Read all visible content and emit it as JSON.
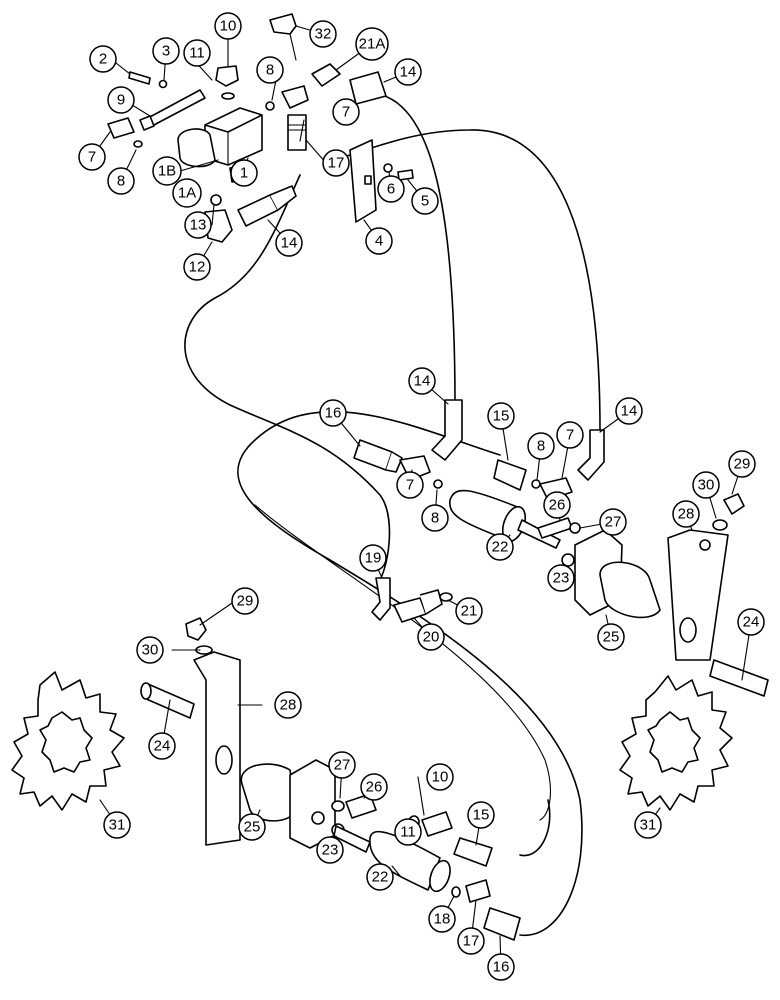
{
  "diagram": {
    "callouts": [
      {
        "id": "c2",
        "label": "2"
      },
      {
        "id": "c3",
        "label": "3"
      },
      {
        "id": "c11a",
        "label": "11"
      },
      {
        "id": "c10a",
        "label": "10"
      },
      {
        "id": "c32",
        "label": "32"
      },
      {
        "id": "c8a",
        "label": "8"
      },
      {
        "id": "c21A",
        "label": "21A"
      },
      {
        "id": "c14a",
        "label": "14"
      },
      {
        "id": "c9",
        "label": "9"
      },
      {
        "id": "c7a",
        "label": "7"
      },
      {
        "id": "c7b",
        "label": "7"
      },
      {
        "id": "c8b",
        "label": "8"
      },
      {
        "id": "c1B",
        "label": "1B"
      },
      {
        "id": "c1",
        "label": "1"
      },
      {
        "id": "c17a",
        "label": "17"
      },
      {
        "id": "c1A",
        "label": "1A"
      },
      {
        "id": "c6",
        "label": "6"
      },
      {
        "id": "c5",
        "label": "5"
      },
      {
        "id": "c13",
        "label": "13"
      },
      {
        "id": "c14b",
        "label": "14"
      },
      {
        "id": "c4",
        "label": "4"
      },
      {
        "id": "c12",
        "label": "12"
      },
      {
        "id": "c14c",
        "label": "14"
      },
      {
        "id": "c16a",
        "label": "16"
      },
      {
        "id": "c15a",
        "label": "15"
      },
      {
        "id": "c8c",
        "label": "8"
      },
      {
        "id": "c7c",
        "label": "7"
      },
      {
        "id": "c14d",
        "label": "14"
      },
      {
        "id": "c29a",
        "label": "29"
      },
      {
        "id": "c7d",
        "label": "7"
      },
      {
        "id": "c8d",
        "label": "8"
      },
      {
        "id": "c26a",
        "label": "26"
      },
      {
        "id": "c30a",
        "label": "30"
      },
      {
        "id": "c28a",
        "label": "28"
      },
      {
        "id": "c27a",
        "label": "27"
      },
      {
        "id": "c22a",
        "label": "22"
      },
      {
        "id": "c19",
        "label": "19"
      },
      {
        "id": "c21",
        "label": "21"
      },
      {
        "id": "c20",
        "label": "20"
      },
      {
        "id": "c23a",
        "label": "23"
      },
      {
        "id": "c25a",
        "label": "25"
      },
      {
        "id": "c24a",
        "label": "24"
      },
      {
        "id": "c29b",
        "label": "29"
      },
      {
        "id": "c30b",
        "label": "30"
      },
      {
        "id": "c28b",
        "label": "28"
      },
      {
        "id": "c24b",
        "label": "24"
      },
      {
        "id": "c31a",
        "label": "31"
      },
      {
        "id": "c27b",
        "label": "27"
      },
      {
        "id": "c10b",
        "label": "10"
      },
      {
        "id": "c26b",
        "label": "26"
      },
      {
        "id": "c11b",
        "label": "11"
      },
      {
        "id": "c15b",
        "label": "15"
      },
      {
        "id": "c25b",
        "label": "25"
      },
      {
        "id": "c23b",
        "label": "23"
      },
      {
        "id": "c22b",
        "label": "22"
      },
      {
        "id": "c18",
        "label": "18"
      },
      {
        "id": "c17b",
        "label": "17"
      },
      {
        "id": "c16b",
        "label": "16"
      },
      {
        "id": "c31b",
        "label": "31"
      }
    ]
  }
}
